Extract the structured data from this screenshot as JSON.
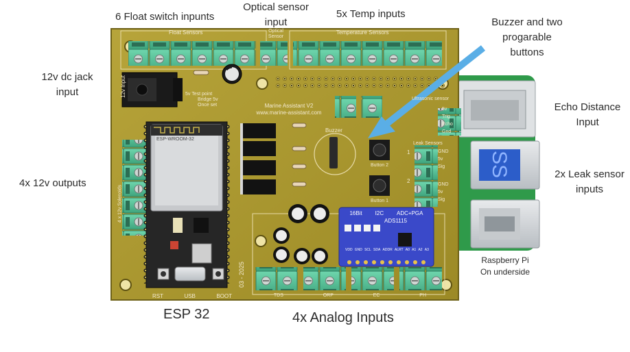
{
  "annotations": {
    "float_switch": "6 Float switch inpunts",
    "optical_sensor": [
      "Optical sensor",
      "input"
    ],
    "temp_inputs": "5x Temp inputs",
    "buzzer_buttons": [
      "Buzzer and two",
      "progarable",
      "buttons"
    ],
    "dc_jack": [
      "12v dc jack",
      "input"
    ],
    "outputs_12v": "4x 12v outputs",
    "echo_distance": [
      "Echo Distance",
      "Input"
    ],
    "leak_sensor": [
      "2x Leak sensor",
      "inputs"
    ],
    "raspberry_pi": [
      "Raspberry Pi",
      "On underside"
    ],
    "esp32": "ESP 32",
    "analog_inputs": "4x Analog Inputs"
  },
  "board": {
    "float_sensors_label": "Float Sensors",
    "optical_sensor_label": "Optical Sensor",
    "temperature_sensors_label": "Temperature Sensors",
    "jack_label": "12v Input",
    "test_point": "5v Test point",
    "bridge": "Bridge 5v",
    "once_set": "Once set",
    "title": "Marine Assistant V2",
    "url": "www.marine-assistant.com",
    "buzzer": "Buzzer",
    "button2": "Button 2",
    "button1": "Button 1",
    "ultrasonic": "Ultrasonic sensor",
    "echo_pins": [
      "5v",
      "Trig",
      "Echo",
      "Gnd"
    ],
    "leak_sensors": "Leak Sensors",
    "leak_pins": [
      "GND",
      "5v",
      "Sig"
    ],
    "leak_numbers": [
      "1",
      "2"
    ],
    "outputs_label": "4 x 12v Solenoids",
    "date": "03 - 2025",
    "analog_labels": [
      "TDS",
      "ORP",
      "EC",
      "PH"
    ],
    "esp_buttons": [
      "RST",
      "USB",
      "BOOT"
    ],
    "module_chip": "ESP-WROOM-32",
    "adc_title": [
      "16Bit",
      "I2C",
      "ADC+PGA"
    ],
    "adc_name": "ADS1115",
    "adc_pins": [
      "VDD",
      "GND",
      "SCL",
      "SDA",
      "ADDR",
      "ALRT",
      "A0",
      "A1",
      "A2",
      "A3"
    ]
  },
  "colors": {
    "pcb": "#a8962c",
    "terminal": "#4fbf95",
    "adc": "#3a49c9",
    "pi": "#2f9a4a",
    "arrow": "#5aaee6"
  }
}
